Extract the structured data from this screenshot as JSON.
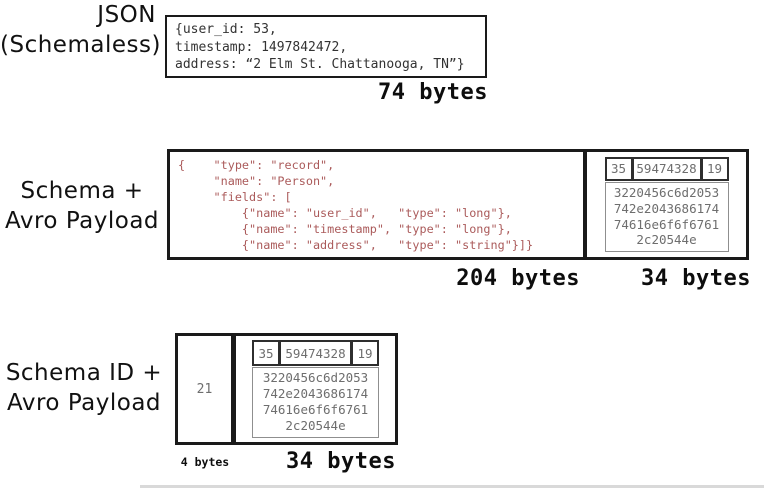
{
  "colors": {
    "border_dark": "#1a1a1a",
    "schema_text": "#ab5b5b",
    "payload_text": "#6e6e6e",
    "json_text": "#333333",
    "label_text": "#111111"
  },
  "avro_payload": {
    "header_cells": [
      "35",
      "59474328",
      "19"
    ],
    "hex_lines": [
      "3220456c6d2053",
      "742e2043686174",
      "74616e6f6f6761",
      "2c20544e"
    ]
  },
  "rows": {
    "json": {
      "label_line1": "JSON",
      "label_line2": "(Schemaless)",
      "code_lines": [
        "{user_id: 53,",
        "timestamp: 1497842472,",
        "address: “2 Elm St. Chattanooga, TN”}"
      ],
      "size_label": "74 bytes"
    },
    "schema_avro": {
      "label_line1": "Schema +",
      "label_line2": "Avro Payload",
      "schema_lines": [
        "{    \"type\": \"record\",",
        "     \"name\": \"Person\",",
        "     \"fields\": [",
        "         {\"name\": \"user_id\",   \"type\": \"long\"},",
        "         {\"name\": \"timestamp\", \"type\": \"long\"},",
        "         {\"name\": \"address\",   \"type\": \"string\"}]}"
      ],
      "schema_size_label": "204 bytes",
      "payload_size_label": "34 bytes"
    },
    "schema_id_avro": {
      "label_line1": "Schema ID +",
      "label_line2": "Avro Payload",
      "schema_id": "21",
      "id_size_label": "4 bytes",
      "payload_size_label": "34 bytes"
    }
  }
}
